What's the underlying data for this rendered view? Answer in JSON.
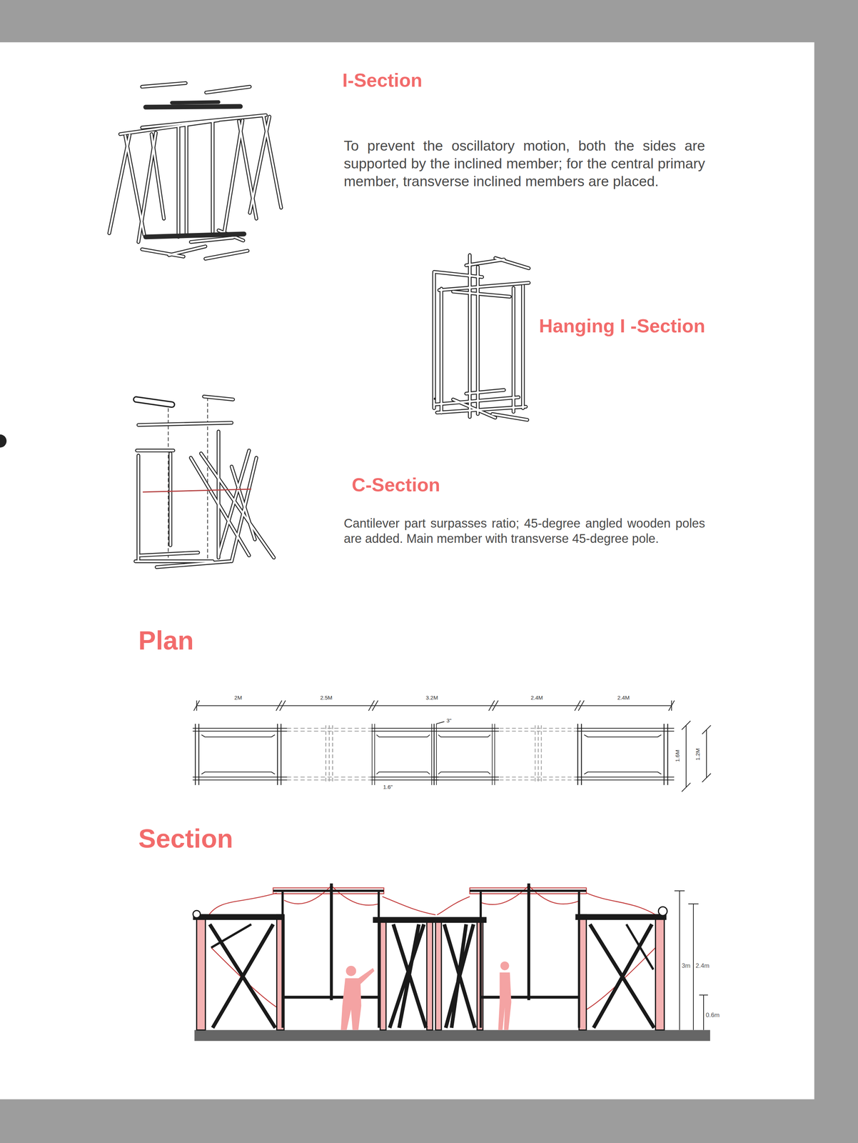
{
  "diagram": {
    "labels": [
      "I-Section",
      "To prevent the oscillatory motion, both the sides are supported by the inclined member; for the central primary member, transverse inclined members are placed.",
      "Hanging I -Section",
      "C-Section",
      "Cantilever part surpasses ratio; 45-degree angled wooden poles are added. Main member with transverse 45-degree pole.",
      "Plan",
      "2M",
      "2.5M",
      "3.2M",
      "2.4M",
      "2.4M",
      "3\"",
      "1.6\"",
      "1.6M",
      "1.2M",
      "Section",
      "3m",
      "2.4m",
      "0.6m"
    ]
  }
}
